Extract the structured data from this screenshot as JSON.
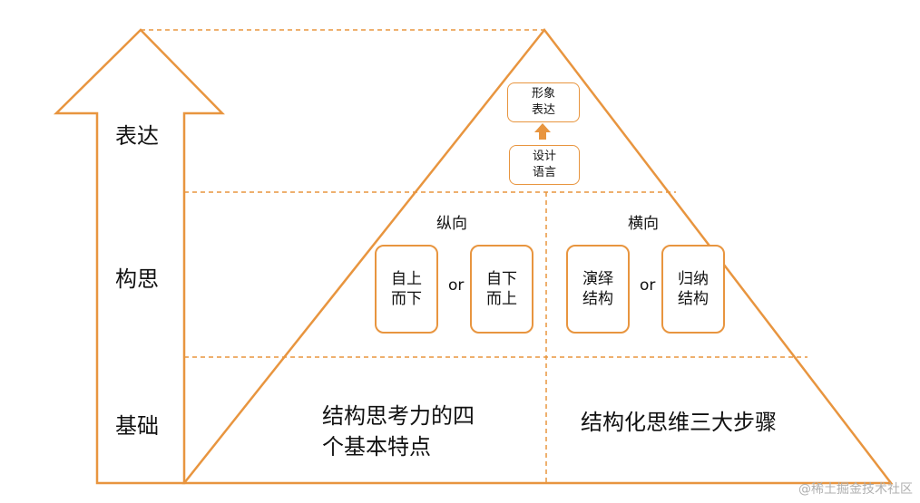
{
  "diagram": {
    "colors": {
      "stroke": "#e8953f",
      "fill_arrow": "#e8953f",
      "text": "#111111"
    },
    "levels": {
      "top": "表达",
      "middle": "构思",
      "bottom": "基础"
    },
    "top_section": {
      "box_upper": [
        "形象",
        "表达"
      ],
      "box_lower": [
        "设计",
        "语言"
      ]
    },
    "middle_section": {
      "left_header": "纵向",
      "right_header": "横向",
      "left_box_a": [
        "自上",
        "而下"
      ],
      "left_box_b": [
        "自下",
        "而上"
      ],
      "right_box_a": [
        "演绎",
        "结构"
      ],
      "right_box_b": [
        "归纳",
        "结构"
      ],
      "connector": "or"
    },
    "bottom_section": {
      "left_text": [
        "结构思考力的四",
        "个基本特点"
      ],
      "right_text": "结构化思维三大步骤"
    },
    "watermark": "@稀土掘金技术社区"
  }
}
